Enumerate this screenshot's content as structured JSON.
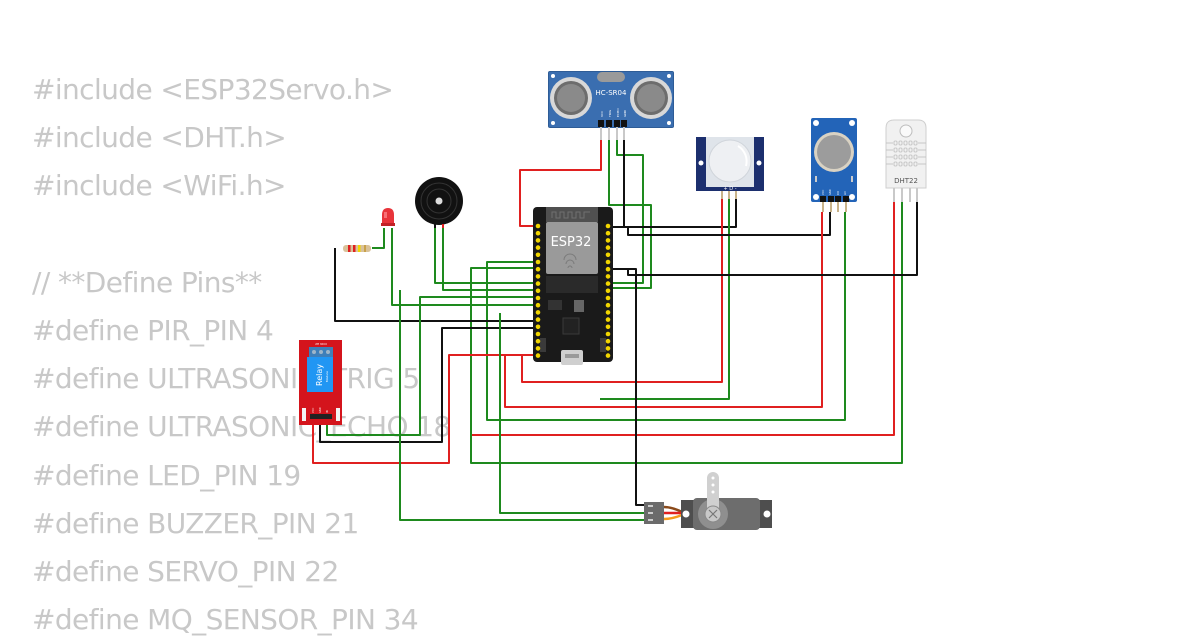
{
  "code_lines": [
    "#include <ESP32Servo.h>",
    "#include <DHT.h>",
    "#include <WiFi.h>",
    "",
    "// **Define Pins**",
    "#define PIR_PIN 4",
    "#define ULTRASONIC_TRIG 5",
    "#define ULTRASONIC_ECHO 18",
    "#define LED_PIN 19",
    "#define BUZZER_PIN 21",
    "#define SERVO_PIN 22",
    "#define MQ_SENSOR_PIN 34"
  ],
  "components": {
    "esp32": {
      "label": "ESP32"
    },
    "ultrasonic": {
      "label": "HC-SR04",
      "pins": [
        "VCC",
        "TRIG",
        "ECHO",
        "GND"
      ]
    },
    "pir": {
      "pins_label": "+ D -"
    },
    "gas_sensor": {
      "pins": [
        "VCC",
        "GND",
        "DO",
        "AO"
      ]
    },
    "dht": {
      "label": "DHT22"
    },
    "relay": {
      "label": "Relay",
      "sublabel": "Module",
      "top_label": "2H NCO",
      "pins": [
        "VCC",
        "GND",
        "IN"
      ]
    },
    "buzzer": {},
    "led": {},
    "resistor": {},
    "servo": {}
  },
  "colors": {
    "wire_red": "#e02020",
    "wire_green": "#1e8a1e",
    "wire_black": "#111111",
    "code_text": "#c8c8c8",
    "sensor_blue": "#2364b8",
    "pir_navy": "#1c2f6e",
    "relay_red": "#d4141c",
    "relay_blue": "#2196f3",
    "esp32_board": "#1a1a1a",
    "pin_yellow": "#f2d600"
  }
}
